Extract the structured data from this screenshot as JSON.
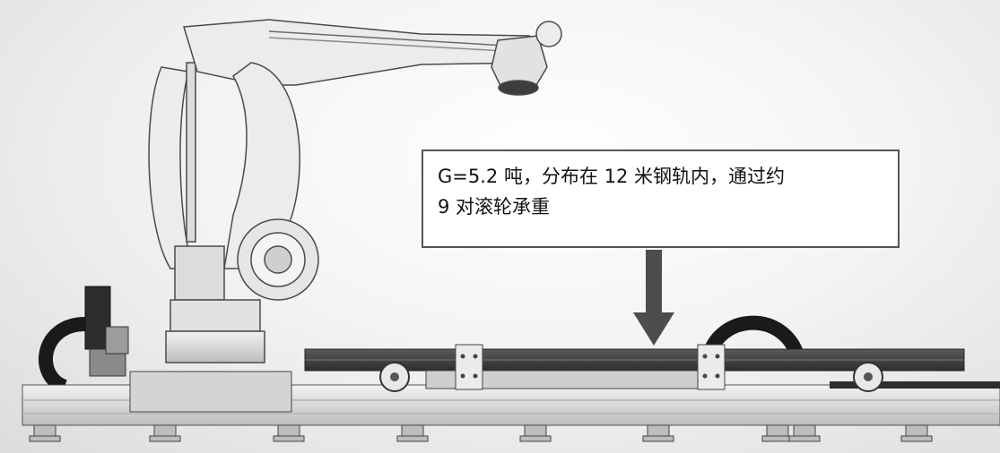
{
  "annotation": {
    "line1": "G=5.2 吨，分布在 12 米钢轨内，通过约",
    "line2": "9 对滚轮承重"
  },
  "colors": {
    "robot_body": "#ececec",
    "robot_outline": "#4a4a4a",
    "beam_dark": "#3f3f3f",
    "rail_light": "#d6d6d6",
    "cable": "#1a1a1a",
    "arrow": "#4d4d4d"
  },
  "icons": [
    "robot-arm",
    "load-arrow",
    "roller-wheel",
    "cable-drag-chain",
    "servo-motor",
    "leveling-foot"
  ]
}
